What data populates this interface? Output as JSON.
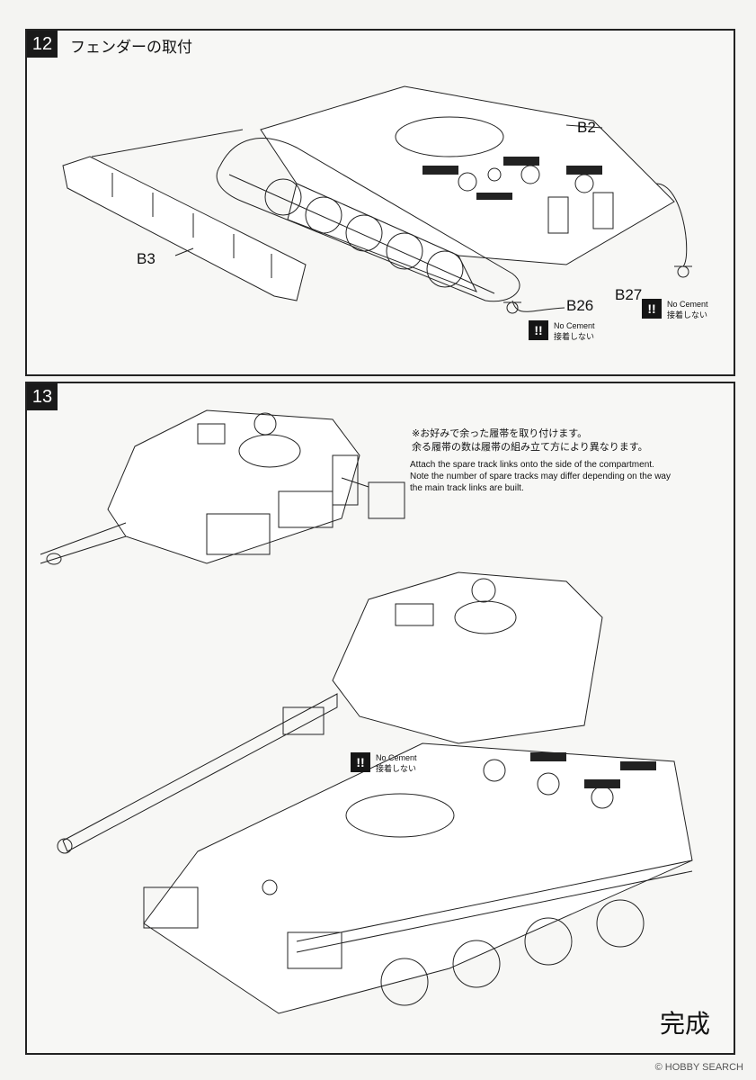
{
  "step12": {
    "number": "12",
    "title": "フェンダーの取付",
    "parts": [
      "B2",
      "B3",
      "B26",
      "B27"
    ],
    "warnings": [
      {
        "en": "No Cement",
        "jp": "接着しない"
      },
      {
        "en": "No Cement",
        "jp": "接着しない"
      }
    ]
  },
  "step13": {
    "number": "13",
    "note_jp": [
      "※お好みで余った履帯を取り付けます。",
      "余る履帯の数は履帯の組み立て方により異なります。"
    ],
    "note_en": [
      "Attach the spare track links onto the side of the compartment.",
      "Note the number of spare tracks may differ depending on the way",
      "the main track links are built."
    ],
    "warning": {
      "en": "No Cement",
      "jp": "接着しない"
    },
    "finished": "完成"
  },
  "warning_mark": "!!",
  "watermark": "© HOBBY SEARCH"
}
